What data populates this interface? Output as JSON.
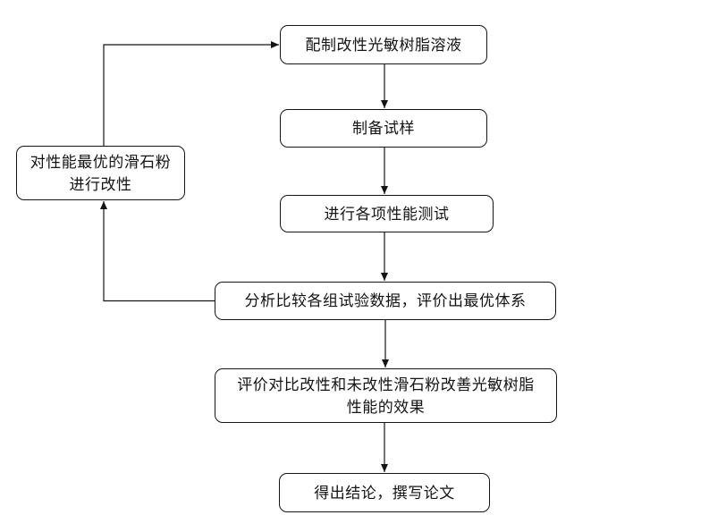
{
  "diagram": {
    "type": "flowchart",
    "background_color": "#ffffff",
    "line_color": "#141414",
    "nodes": {
      "prepare_solution": {
        "label": "配制改性光敏树脂溶液"
      },
      "prepare_sample": {
        "label": "制备试样"
      },
      "performance_tests": {
        "label": "进行各项性能测试"
      },
      "analyze_data": {
        "label": "分析比较各组试验数据，评价出最优体系"
      },
      "evaluate_effect": {
        "lines": [
          "评价对比改性和未改性滑石粉改善光敏树脂",
          "性能的效果"
        ]
      },
      "conclusion": {
        "label": "得出结论，撰写论文"
      },
      "modify_talc": {
        "lines": [
          "对性能最优的滑石粉",
          "进行改性"
        ]
      }
    },
    "edges": [
      {
        "from": "prepare_solution",
        "to": "prepare_sample"
      },
      {
        "from": "prepare_sample",
        "to": "performance_tests"
      },
      {
        "from": "performance_tests",
        "to": "analyze_data"
      },
      {
        "from": "analyze_data",
        "to": "evaluate_effect"
      },
      {
        "from": "evaluate_effect",
        "to": "conclusion"
      },
      {
        "from": "analyze_data",
        "to": "modify_talc"
      },
      {
        "from": "modify_talc",
        "to": "prepare_solution"
      }
    ]
  }
}
